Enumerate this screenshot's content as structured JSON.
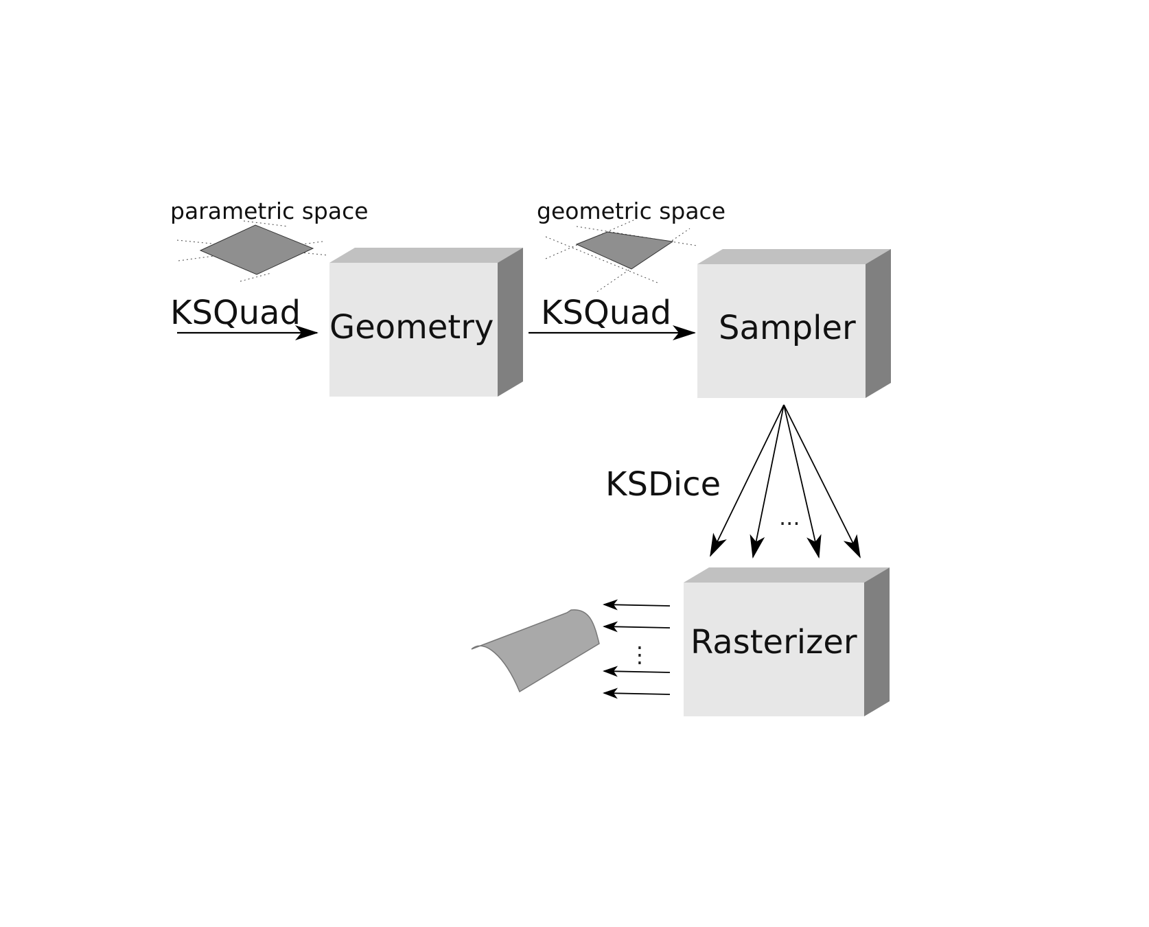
{
  "labels": {
    "parametric_space": "parametric space",
    "geometric_space": "geometric space",
    "input_ksquad": "KSQuad",
    "mid_ksquad": "KSQuad",
    "ksdice": "KSDice",
    "fan_ellipsis": "...",
    "out_ellipsis": "⋮"
  },
  "boxes": {
    "geometry": "Geometry",
    "sampler": "Sampler",
    "rasterizer": "Rasterizer"
  }
}
